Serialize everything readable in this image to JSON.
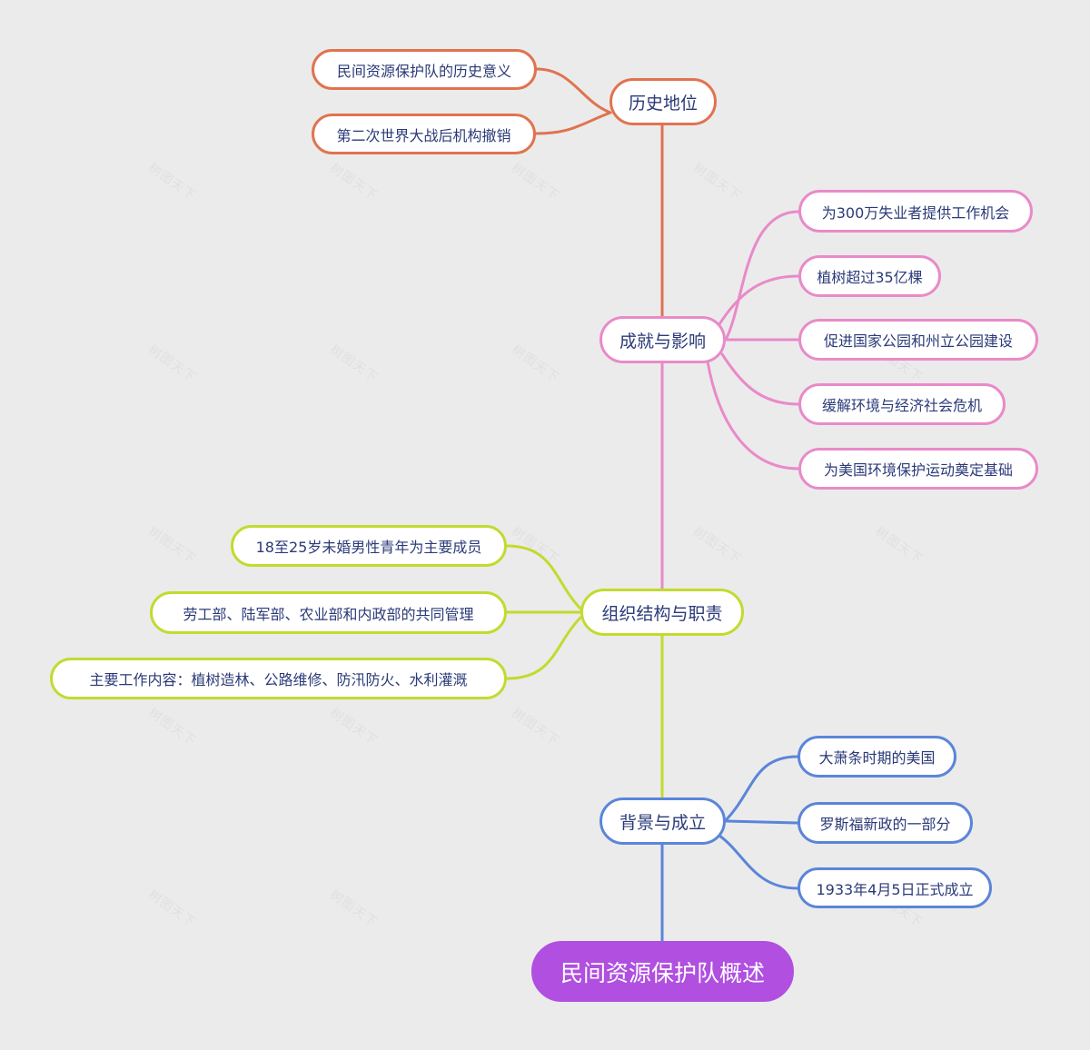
{
  "title": "民间资源保护队概述",
  "colors": {
    "background": "#ebebeb",
    "root": "#b04fe0",
    "history": "#e0734f",
    "achievement": "#e98ac9",
    "organization": "#c3da2e",
    "background_branch": "#5b85d9",
    "text": "#2b3a78"
  },
  "root": {
    "label": "民间资源保护队概述"
  },
  "branches": [
    {
      "id": "history",
      "label": "历史地位",
      "children": [
        {
          "label": "民间资源保护队的历史意义"
        },
        {
          "label": "第二次世界大战后机构撤销"
        }
      ]
    },
    {
      "id": "achievement",
      "label": "成就与影响",
      "children": [
        {
          "label": "为300万失业者提供工作机会"
        },
        {
          "label": "植树超过35亿棵"
        },
        {
          "label": "促进国家公园和州立公园建设"
        },
        {
          "label": "缓解环境与经济社会危机"
        },
        {
          "label": "为美国环境保护运动奠定基础"
        }
      ]
    },
    {
      "id": "organization",
      "label": "组织结构与职责",
      "children": [
        {
          "label": "18至25岁未婚男性青年为主要成员"
        },
        {
          "label": "劳工部、陆军部、农业部和内政部的共同管理"
        },
        {
          "label": "主要工作内容：植树造林、公路维修、防汛防火、水利灌溉"
        }
      ]
    },
    {
      "id": "background",
      "label": "背景与成立",
      "children": [
        {
          "label": "大萧条时期的美国"
        },
        {
          "label": "罗斯福新政的一部分"
        },
        {
          "label": "1933年4月5日正式成立"
        }
      ]
    }
  ],
  "watermark": "树图天下"
}
